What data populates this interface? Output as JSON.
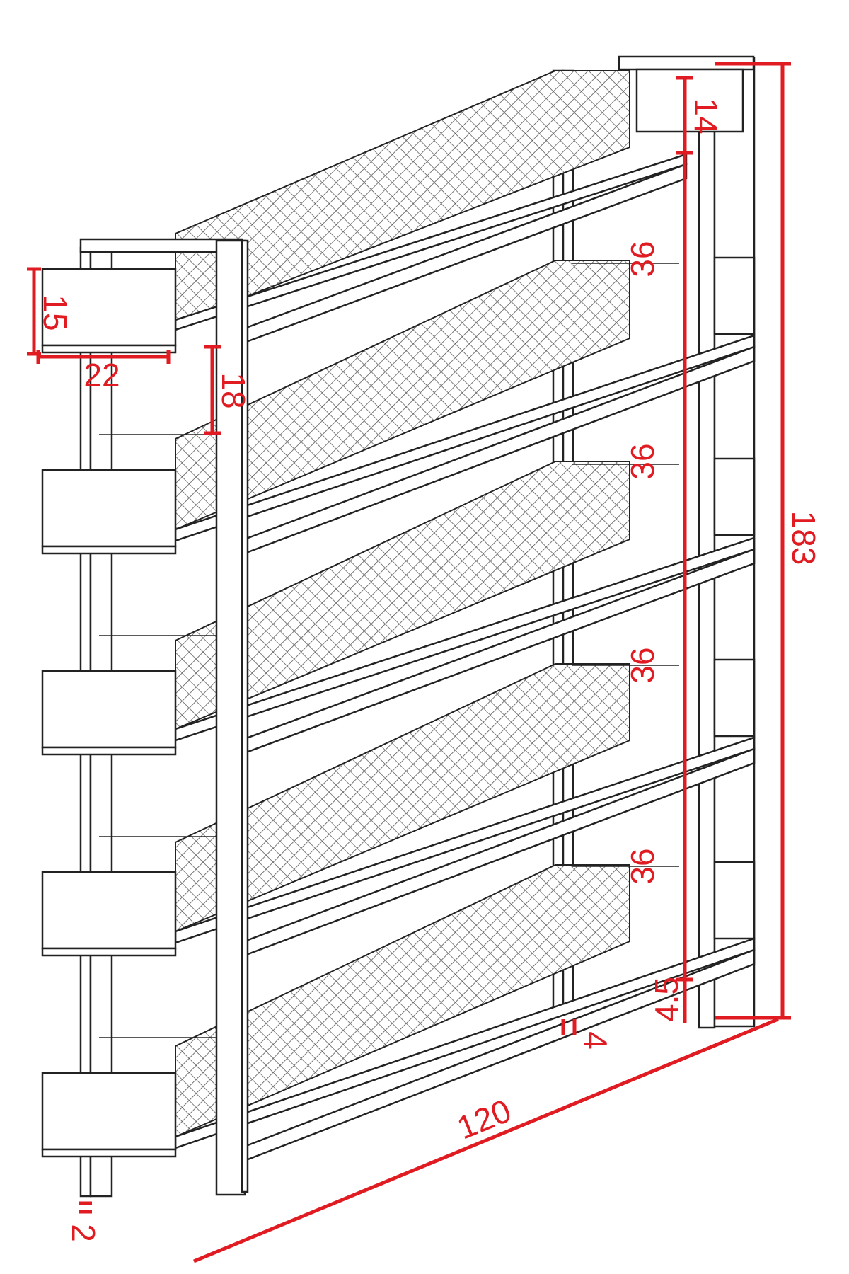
{
  "dimensions": {
    "total_height": "183",
    "total_width": "120",
    "top_gap": "14",
    "shelf_spacing": [
      "36",
      "36",
      "36",
      "36"
    ],
    "bottom_gap": "4.5",
    "foot_offset": "4",
    "box_height": "15",
    "box_depth": "22",
    "side_offset": "18",
    "leg_height": "2"
  },
  "colors": {
    "dimension": "#e11b22",
    "ink": "#222222",
    "mesh": "#555555",
    "background": "#ffffff"
  }
}
